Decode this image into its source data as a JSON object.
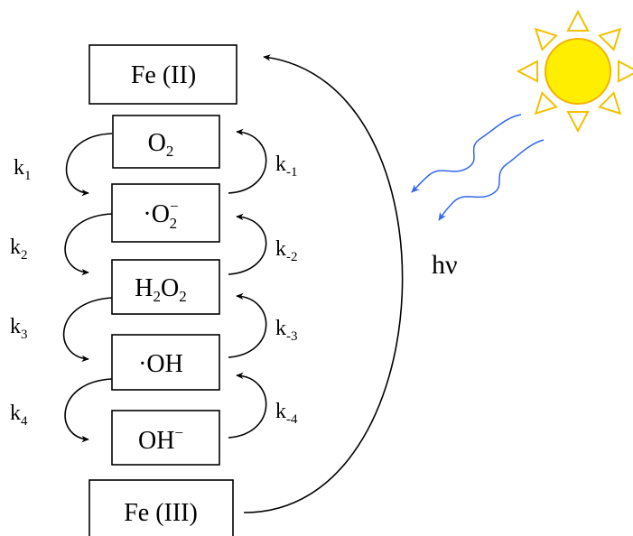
{
  "colors": {
    "sun_fill": "#FFEE00",
    "sun_stroke": "#F2B400",
    "ray_stroke": "#F2C100",
    "wave": "#3366EE",
    "line": "#000000"
  },
  "species": {
    "fe2": "Fe (II)",
    "o2": {
      "base": "O",
      "sub": "2"
    },
    "superoxide": {
      "prefix": "·",
      "base": "O",
      "sup": "−",
      "sub": "2"
    },
    "h2o2": {
      "b1": "H",
      "s1": "2",
      "b2": "O",
      "s2": "2"
    },
    "oh_radical": "·OH",
    "hydroxide": {
      "base": "OH",
      "sup": "−"
    },
    "fe3": "Fe (III)"
  },
  "rate_constants": {
    "forward": [
      {
        "base": "k",
        "sub": "1"
      },
      {
        "base": "k",
        "sub": "2"
      },
      {
        "base": "k",
        "sub": "3"
      },
      {
        "base": "k",
        "sub": "4"
      }
    ],
    "reverse": [
      {
        "base": "k",
        "sub": "-1"
      },
      {
        "base": "k",
        "sub": "-2"
      },
      {
        "base": "k",
        "sub": "-3"
      },
      {
        "base": "k",
        "sub": "-4"
      }
    ]
  },
  "light_label": "hν",
  "icons": [
    "sun-icon",
    "light-wave-icon"
  ]
}
